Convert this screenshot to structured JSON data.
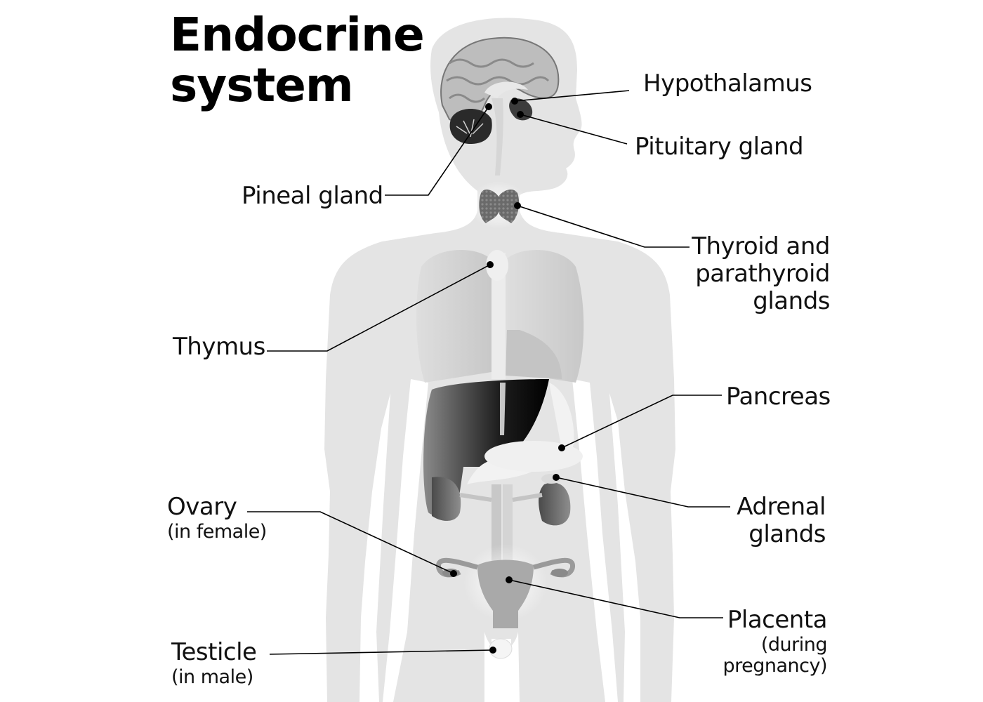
{
  "title": {
    "line1": "Endocrine",
    "line2": "system"
  },
  "colors": {
    "background": "#ffffff",
    "body_silhouette": "#e4e4e4",
    "organ_light": "#cfcfcf",
    "organ_mid": "#9a9a9a",
    "organ_dark": "#3a3a3a",
    "leader_line": "#000000",
    "text": "#111111"
  },
  "labels": {
    "hypothalamus": {
      "name": "Hypothalamus"
    },
    "pituitary": {
      "name": "Pituitary gland"
    },
    "pineal": {
      "name": "Pineal gland"
    },
    "thyroid": {
      "line1": "Thyroid and",
      "line2": "parathyroid",
      "line3": "glands"
    },
    "thymus": {
      "name": "Thymus"
    },
    "pancreas": {
      "name": "Pancreas"
    },
    "adrenal": {
      "line1": "Adrenal",
      "line2": "glands"
    },
    "ovary": {
      "name": "Ovary",
      "note": "(in female)"
    },
    "placenta": {
      "name": "Placenta",
      "note1": "(during",
      "note2": "pregnancy)"
    },
    "testicle": {
      "name": "Testicle",
      "note": "(in male)"
    }
  }
}
